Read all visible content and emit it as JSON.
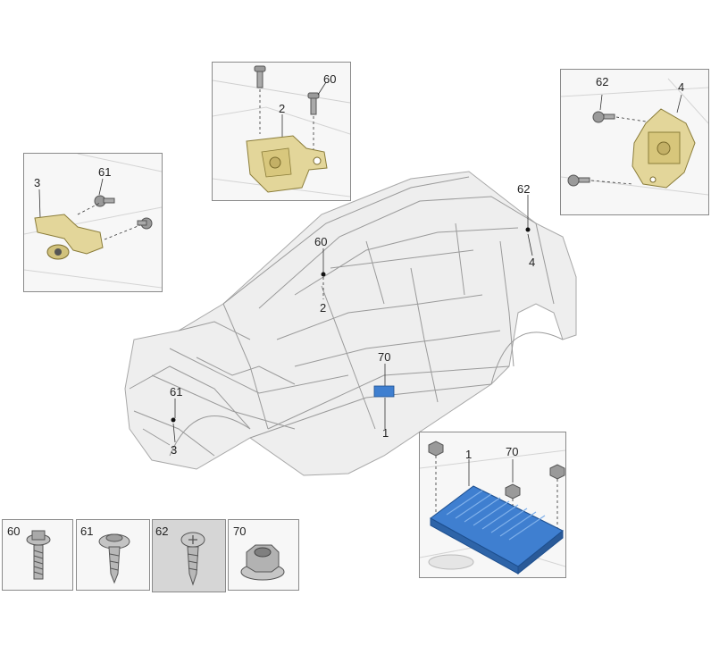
{
  "diagram": {
    "callouts": {
      "panel_2": {
        "bolt_num": "60",
        "part_num": "2"
      },
      "panel_3": {
        "part_num": "3",
        "bolt_num": "61"
      },
      "panel_4": {
        "bolt_num": "62",
        "part_num": "4"
      },
      "panel_1": {
        "part_num": "1",
        "nut_num": "70"
      },
      "car": {
        "top_bolt": "62",
        "top_part": "4",
        "mid_bolt": "60",
        "mid_part": "2",
        "center_nut": "70",
        "center_part": "1",
        "front_bolt": "61",
        "front_part": "3"
      }
    },
    "fasteners": [
      {
        "num": "60",
        "icon": "flange-bolt-icon"
      },
      {
        "num": "61",
        "icon": "self-tapping-screw-icon"
      },
      {
        "num": "62",
        "icon": "pan-head-screw-icon"
      },
      {
        "num": "70",
        "icon": "flange-nut-icon"
      }
    ],
    "colors": {
      "bracket": "#e3d69a",
      "control_module": "#3f7fd0",
      "panel_border": "#8a8a8a",
      "highlight_panel": "#d6d6d6"
    }
  }
}
